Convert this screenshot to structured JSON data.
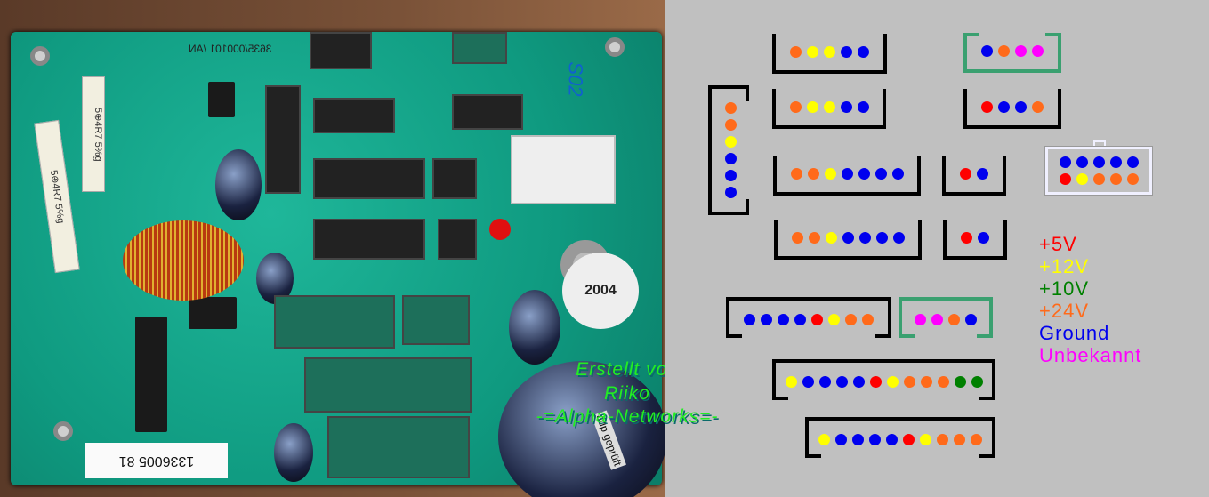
{
  "photo": {
    "board_code": "3635/000101 /AN",
    "resistor_label": "5⊕4R7 5%g",
    "barcode_number": "1336005 81",
    "date_dial_year": "2004",
    "handwritten": "S02",
    "sticker": "adp geprüft"
  },
  "watermark": {
    "line1": "Erstellt von",
    "line2": "Riiko",
    "line3": "-=Alpha-Networks=-"
  },
  "colors": {
    "O": "#ff6a1a",
    "Y": "#ffff00",
    "B": "#0000ee",
    "R": "#ff0000",
    "M": "#ff00ff",
    "G": "#008000"
  },
  "connectors": [
    {
      "id": "c1",
      "pins": [
        "O",
        "Y",
        "Y",
        "B",
        "B"
      ]
    },
    {
      "id": "c2",
      "pins": [
        "B",
        "O",
        "M",
        "M"
      ]
    },
    {
      "id": "c3",
      "pins": [
        "O",
        "Y",
        "Y",
        "B",
        "B"
      ]
    },
    {
      "id": "c4",
      "pins": [
        "R",
        "B",
        "B",
        "O"
      ]
    },
    {
      "id": "c5",
      "pins": [
        "O",
        "O",
        "Y",
        "B",
        "B",
        "B"
      ]
    },
    {
      "id": "c6",
      "pins": [
        "O",
        "O",
        "Y",
        "B",
        "B",
        "B",
        "B"
      ]
    },
    {
      "id": "c7",
      "pins": [
        "R",
        "B"
      ]
    },
    {
      "id": "c8",
      "pins": [
        "O",
        "O",
        "Y",
        "B",
        "B",
        "B",
        "B"
      ]
    },
    {
      "id": "c9",
      "pins": [
        "R",
        "B"
      ]
    },
    {
      "id": "c10",
      "pins": [
        "B",
        "B",
        "B",
        "B",
        "B",
        "R",
        "Y",
        "O",
        "O",
        "O"
      ]
    },
    {
      "id": "c11",
      "pins": [
        "B",
        "B",
        "B",
        "B",
        "R",
        "Y",
        "O",
        "O"
      ]
    },
    {
      "id": "c12",
      "pins": [
        "M",
        "M",
        "O",
        "B"
      ]
    },
    {
      "id": "c13",
      "pins": [
        "Y",
        "B",
        "B",
        "B",
        "B",
        "R",
        "Y",
        "O",
        "O",
        "O",
        "G",
        "G"
      ]
    },
    {
      "id": "c14",
      "pins": [
        "Y",
        "B",
        "B",
        "B",
        "B",
        "R",
        "Y",
        "O",
        "O",
        "O"
      ]
    }
  ],
  "legend": [
    {
      "label": "+5V",
      "color": "#ff0000"
    },
    {
      "label": "+12V",
      "color": "#ffff00"
    },
    {
      "label": "+10V",
      "color": "#008000"
    },
    {
      "label": "+24V",
      "color": "#ff6a1a"
    },
    {
      "label": "Ground",
      "color": "#0000ee"
    },
    {
      "label": "Unbekannt",
      "color": "#ff00ff"
    }
  ]
}
